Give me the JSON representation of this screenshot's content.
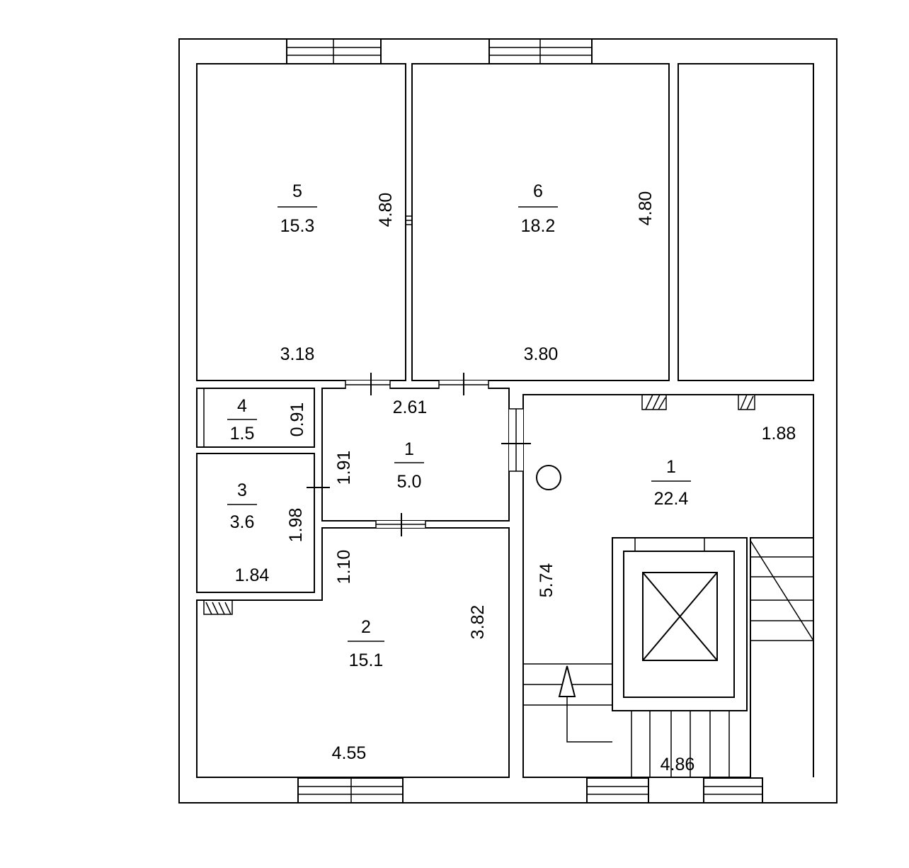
{
  "rooms": {
    "r5": {
      "number": "5",
      "area": "15.3"
    },
    "r6": {
      "number": "6",
      "area": "18.2"
    },
    "r4": {
      "number": "4",
      "area": "1.5"
    },
    "r3": {
      "number": "3",
      "area": "3.6"
    },
    "r1a": {
      "number": "1",
      "area": "5.0"
    },
    "r2": {
      "number": "2",
      "area": "15.1"
    },
    "r1b": {
      "number": "1",
      "area": "22.4"
    }
  },
  "dimensions": {
    "r5_height": "4.80",
    "r5_width": "3.18",
    "r6_height": "4.80",
    "r6_width": "3.80",
    "r4_height": "0.91",
    "r1a_width": "2.61",
    "r1a_height": "1.91",
    "r3_height": "1.98",
    "r3_width": "1.84",
    "r2_door_offset": "1.10",
    "r2_height": "3.82",
    "r2_width": "4.55",
    "r1b_width": "1.88",
    "r1b_height": "5.74",
    "stair_width": "4.86"
  }
}
